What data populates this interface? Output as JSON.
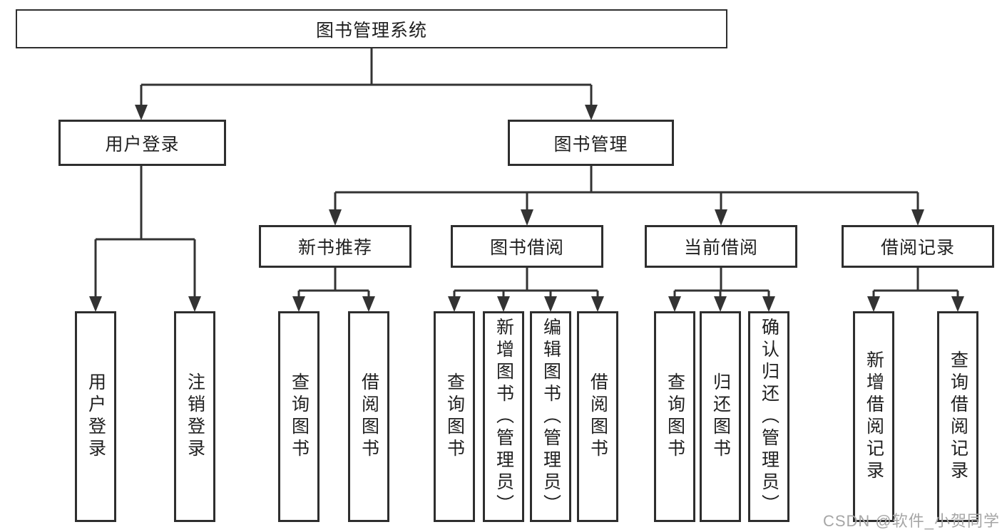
{
  "diagram": {
    "tree": {
      "root": "图书管理系统",
      "children": [
        {
          "label": "用户登录",
          "children": [
            "用户登录",
            "注销登录"
          ]
        },
        {
          "label": "图书管理",
          "children": [
            {
              "label": "新书推荐",
              "children": [
                "查询图书",
                "借阅图书"
              ]
            },
            {
              "label": "图书借阅",
              "children": [
                "查询图书",
                "新增图书（管理员）",
                "编辑图书（管理员）",
                "借阅图书"
              ]
            },
            {
              "label": "当前借阅",
              "children": [
                "查询图书",
                "归还图书",
                "确认归还（管理员）"
              ]
            },
            {
              "label": "借阅记录",
              "children": [
                "新增借阅记录",
                "查询借阅记录"
              ]
            }
          ]
        }
      ]
    },
    "watermark": "CSDN @软件_小贺同学",
    "colors": {
      "line": "#333333",
      "box_border": "#2e2e2e",
      "text": "#1f1f1f",
      "watermark": "#a6a6a6",
      "background": "#ffffff"
    }
  }
}
